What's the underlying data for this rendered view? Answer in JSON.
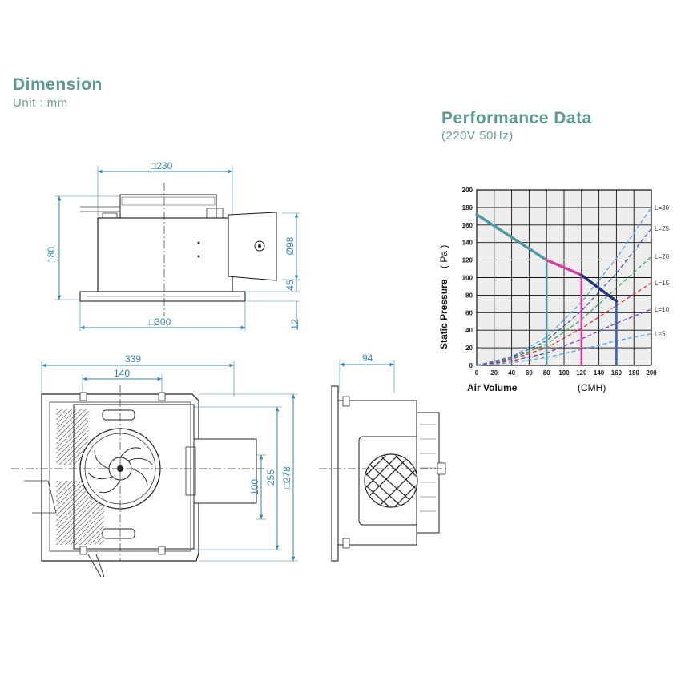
{
  "dimension": {
    "title": "Dimension",
    "unit": "Unit : mm",
    "labels": {
      "top_width": "□230",
      "height": "180",
      "duct_dia": "Ø98",
      "duct_offset": "45",
      "flange": "12",
      "bottom_width": "□300",
      "front_width": "339",
      "front_inner": "140",
      "front_h1": "100",
      "front_h2": "255",
      "front_h3": "□278",
      "side_depth": "94"
    }
  },
  "performance": {
    "title": "Performance Data",
    "subtitle": "(220V 50Hz)"
  },
  "chart_data": {
    "type": "line",
    "xlabel": "Air Volume",
    "xunit": "(CMH)",
    "ylabel": "Static Pressure",
    "yunit": "( Pa )",
    "xlim": [
      0,
      200
    ],
    "ylim": [
      0,
      200
    ],
    "xticks": [
      "0",
      "20",
      "40",
      "60",
      "80",
      "100",
      "120",
      "140",
      "160",
      "180",
      "200"
    ],
    "yticks": [
      "0",
      "20",
      "40",
      "60",
      "80",
      "100",
      "120",
      "140",
      "160",
      "180",
      "200"
    ],
    "grid": true,
    "colors": {
      "fan": "#4f9a9c",
      "magenta": "#d43f9e",
      "navy": "#25357d",
      "blue": "#3d5fb8"
    },
    "fan_curve": [
      {
        "x": [
          0,
          80
        ],
        "y": [
          172,
          120
        ],
        "color": "#4f9a9c"
      },
      {
        "x": [
          80,
          120
        ],
        "y": [
          120,
          103
        ],
        "color": "#d43f9e"
      },
      {
        "x": [
          120,
          160
        ],
        "y": [
          103,
          73
        ],
        "color": "#25357d"
      }
    ],
    "verticals": [
      {
        "x": 80,
        "y": 120,
        "color": "#4f9a9c"
      },
      {
        "x": 120,
        "y": 103,
        "color": "#d43f9e"
      },
      {
        "x": 160,
        "y": 73,
        "color": "#3d5fb8"
      }
    ],
    "system_curves": [
      {
        "name": "L=30",
        "x": [
          0,
          40,
          80,
          120,
          160,
          200
        ],
        "y": [
          0,
          10,
          32,
          72,
          122,
          180
        ],
        "color": "#5aa7e0"
      },
      {
        "name": "L=25",
        "x": [
          0,
          40,
          80,
          120,
          160,
          200
        ],
        "y": [
          0,
          9,
          28,
          62,
          105,
          156
        ],
        "color": "#3a5cb4"
      },
      {
        "name": "L=20",
        "x": [
          0,
          40,
          80,
          120,
          160,
          200
        ],
        "y": [
          0,
          8,
          24,
          52,
          88,
          124
        ],
        "color": "#3caa5a"
      },
      {
        "name": "L=15",
        "x": [
          0,
          40,
          80,
          120,
          160,
          200
        ],
        "y": [
          0,
          7,
          20,
          42,
          68,
          94
        ],
        "color": "#d43a3a"
      },
      {
        "name": "L=10",
        "x": [
          0,
          40,
          80,
          120,
          160,
          200
        ],
        "y": [
          0,
          5,
          14,
          30,
          48,
          64
        ],
        "color": "#6a3aa8"
      },
      {
        "name": "L=5",
        "x": [
          0,
          40,
          80,
          120,
          160,
          200
        ],
        "y": [
          0,
          3,
          9,
          18,
          28,
          36
        ],
        "color": "#5aa7e0"
      }
    ]
  }
}
